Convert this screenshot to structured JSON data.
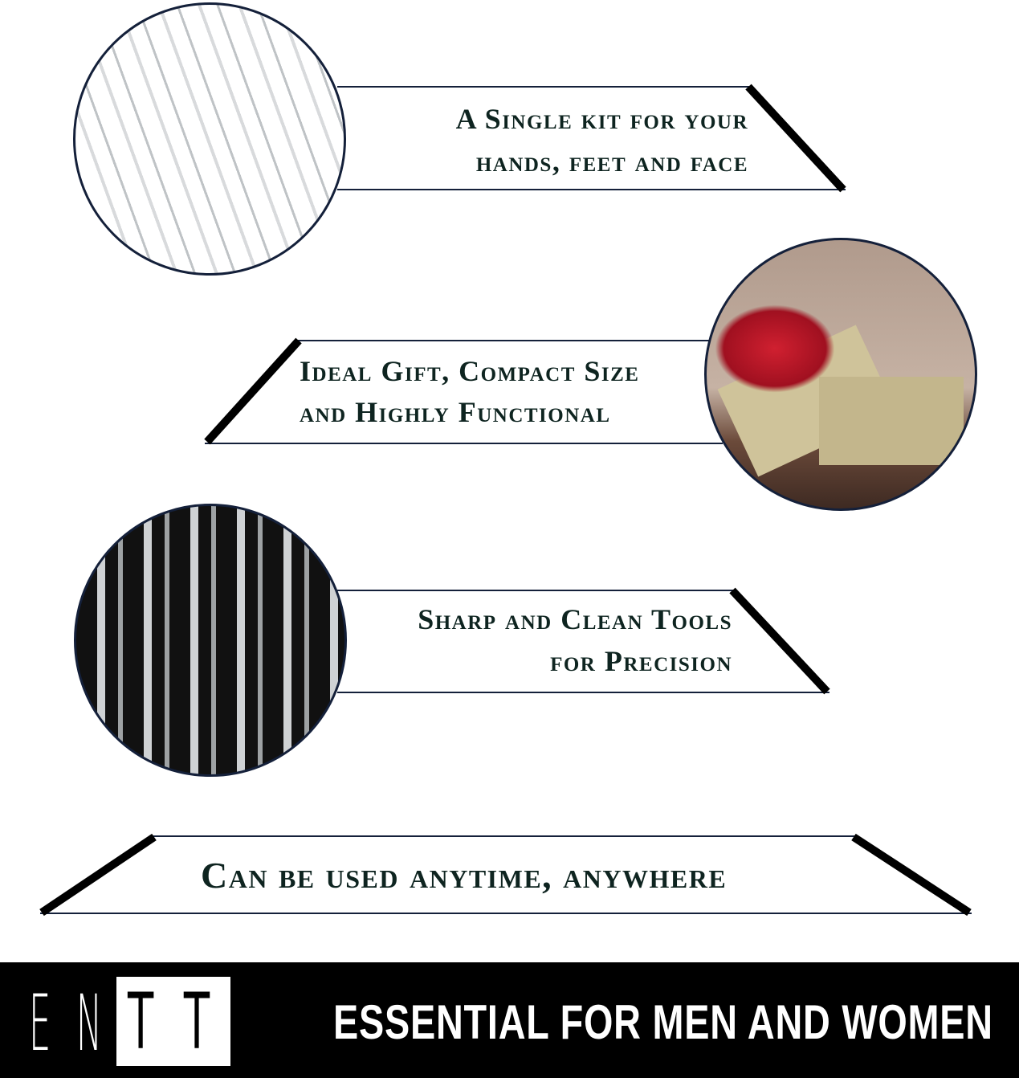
{
  "features": [
    {
      "line1": "A Single kit for your",
      "line2": "hands, feet and face",
      "image": "manicure-tools-white-photo"
    },
    {
      "line1": "Ideal Gift, Compact Size",
      "line2": "and Highly Functional",
      "image": "gift-box-photo"
    },
    {
      "line1": "Sharp and Clean Tools",
      "line2": "for Precision",
      "image": "manicure-kit-black-case-photo"
    }
  ],
  "bottom_banner": "Can be used anytime, anywhere",
  "footer": {
    "logo_light": "EN",
    "logo_dark": "TT",
    "tagline": "ESSENTIAL FOR MEN AND WOMEN"
  },
  "colors": {
    "text": "#0e2420",
    "outline": "#14203a",
    "footer_bg": "#000000"
  }
}
